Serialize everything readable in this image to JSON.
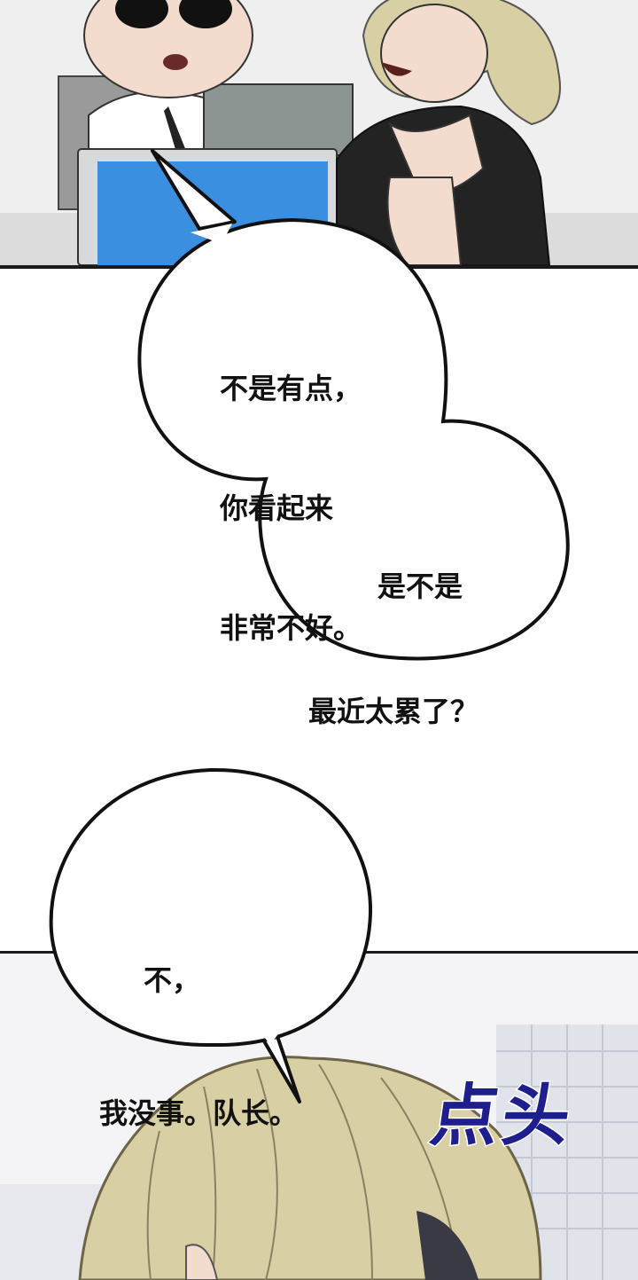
{
  "bubbles": [
    {
      "lines": [
        "不是有点，",
        "你看起来",
        "非常不好。"
      ]
    },
    {
      "lines": [
        "是不是",
        "最近太累了？"
      ]
    },
    {
      "lines": [
        "不，",
        "我没事。队长。"
      ]
    }
  ],
  "sound_effect": "点头",
  "colors": {
    "monitor": "#3b8fe0",
    "sfx": "#1e1e8c",
    "hair": "#d9cfa4",
    "shirt": "#232323"
  }
}
